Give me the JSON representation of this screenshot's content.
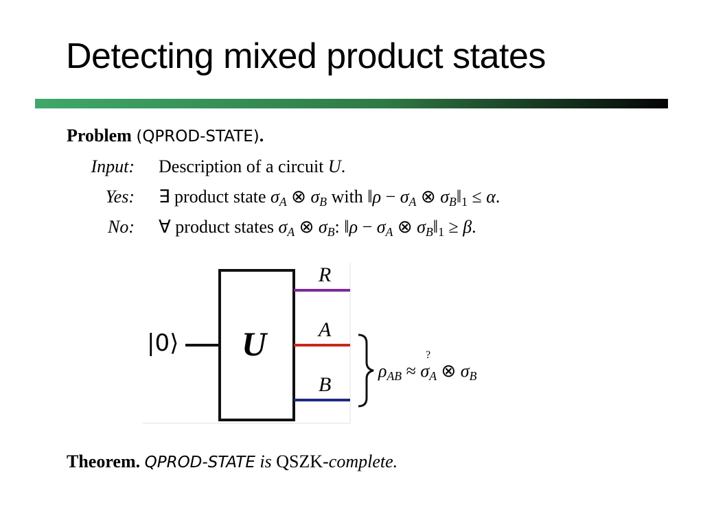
{
  "slide": {
    "title": "Detecting mixed product states"
  },
  "problem": {
    "keyword": "Problem",
    "name": "(QPROD-STATE)",
    "period": ".",
    "rows": [
      {
        "label": "Input:",
        "text_a": "Description of a circuit ",
        "math_a": "U",
        "text_b": "."
      },
      {
        "label": "Yes:",
        "quant": "∃",
        "text_a": " product state ",
        "sig_a": "σ",
        "sub_a": "A",
        "otimes": " ⊗ ",
        "sig_b": "σ",
        "sub_b": "B",
        "text_b": " with ",
        "norm_open": "‖",
        "rho": "ρ",
        "minus": " − ",
        "sig_c": "σ",
        "sub_c": "A",
        "otimes2": " ⊗ ",
        "sig_d": "σ",
        "sub_d": "B",
        "norm_close": "‖",
        "norm_sub": "1",
        "rel": " ≤ ",
        "param": "α",
        "end": "."
      },
      {
        "label": "No:",
        "quant": "∀",
        "text_a": " product states ",
        "sig_a": "σ",
        "sub_a": "A",
        "otimes": " ⊗ ",
        "sig_b": "σ",
        "sub_b": "B",
        "text_b": ": ",
        "norm_open": "‖",
        "rho": "ρ",
        "minus": " − ",
        "sig_c": "σ",
        "sub_c": "A",
        "otimes2": " ⊗ ",
        "sig_d": "σ",
        "sub_d": "B",
        "norm_close": "‖",
        "norm_sub": "1",
        "rel": " ≥ ",
        "param": "β",
        "end": "."
      }
    ]
  },
  "circuit": {
    "input_ket": "|0⟩",
    "gate_label": "U",
    "wires": [
      {
        "label": "R",
        "color": "#7b2a9b"
      },
      {
        "label": "A",
        "color": "#c8281e"
      },
      {
        "label": "B",
        "color": "#1e2a82"
      }
    ],
    "rho": "ρ",
    "rho_sub": "AB",
    "approx_mark": "?",
    "approx": "≈",
    "sig_a": "σ",
    "sub_a": "A",
    "otimes": " ⊗ ",
    "sig_b": "σ",
    "sub_b": "B"
  },
  "theorem": {
    "keyword": "Theorem.",
    "name": "QPROD-STATE",
    "is": " is ",
    "class": "QSZK",
    "suffix": "-complete."
  },
  "colors": {
    "bar_start": "#3fa86a",
    "bar_mid": "#2e7a45",
    "bar_end": "#050505"
  }
}
